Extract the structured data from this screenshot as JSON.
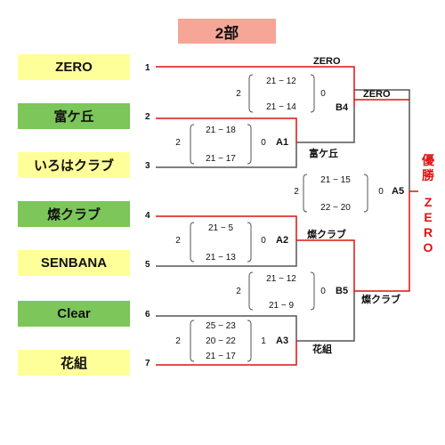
{
  "title": "2部",
  "colors": {
    "title_bg": "#f6a596",
    "yellow": "#ffff99",
    "green": "#7cc65a",
    "red": "#dd1111",
    "gray": "#555555"
  },
  "teams": [
    {
      "seed": "1",
      "name": "ZERO",
      "color": "yellow"
    },
    {
      "seed": "2",
      "name": "富ケ丘",
      "color": "green"
    },
    {
      "seed": "3",
      "name": "いろはクラブ",
      "color": "yellow"
    },
    {
      "seed": "4",
      "name": "燦クラブ",
      "color": "green"
    },
    {
      "seed": "5",
      "name": "SENBANA",
      "color": "yellow"
    },
    {
      "seed": "6",
      "name": "Clear",
      "color": "green"
    },
    {
      "seed": "7",
      "name": "花組",
      "color": "yellow"
    }
  ],
  "matches": [
    {
      "id": "A1",
      "left_score": "2",
      "right_score": "0",
      "sets": [
        "21 − 18",
        "21 − 17"
      ],
      "winner": "富ケ丘"
    },
    {
      "id": "A2",
      "left_score": "2",
      "right_score": "0",
      "sets": [
        "21 − 5",
        "21 − 13"
      ],
      "winner": "燦クラブ"
    },
    {
      "id": "A3",
      "left_score": "2",
      "right_score": "1",
      "sets": [
        "25 − 23",
        "20 − 22",
        "21 − 17"
      ],
      "winner": "花組"
    },
    {
      "id": "B4",
      "left_score": "2",
      "right_score": "0",
      "sets": [
        "21 − 12",
        "21 − 14"
      ],
      "winner": "ZERO"
    },
    {
      "id": "B5",
      "left_score": "2",
      "right_score": "0",
      "sets": [
        "21 − 12",
        "21 − 9"
      ],
      "winner": "燦クラブ"
    },
    {
      "id": "A5",
      "left_score": "2",
      "right_score": "0",
      "sets": [
        "21 − 15",
        "22 − 20"
      ],
      "winner": "ZERO"
    }
  ],
  "top_label": "ZERO",
  "champion": {
    "title_chars": [
      "優",
      "勝"
    ],
    "name_chars": [
      "Z",
      "E",
      "R",
      "O"
    ]
  }
}
